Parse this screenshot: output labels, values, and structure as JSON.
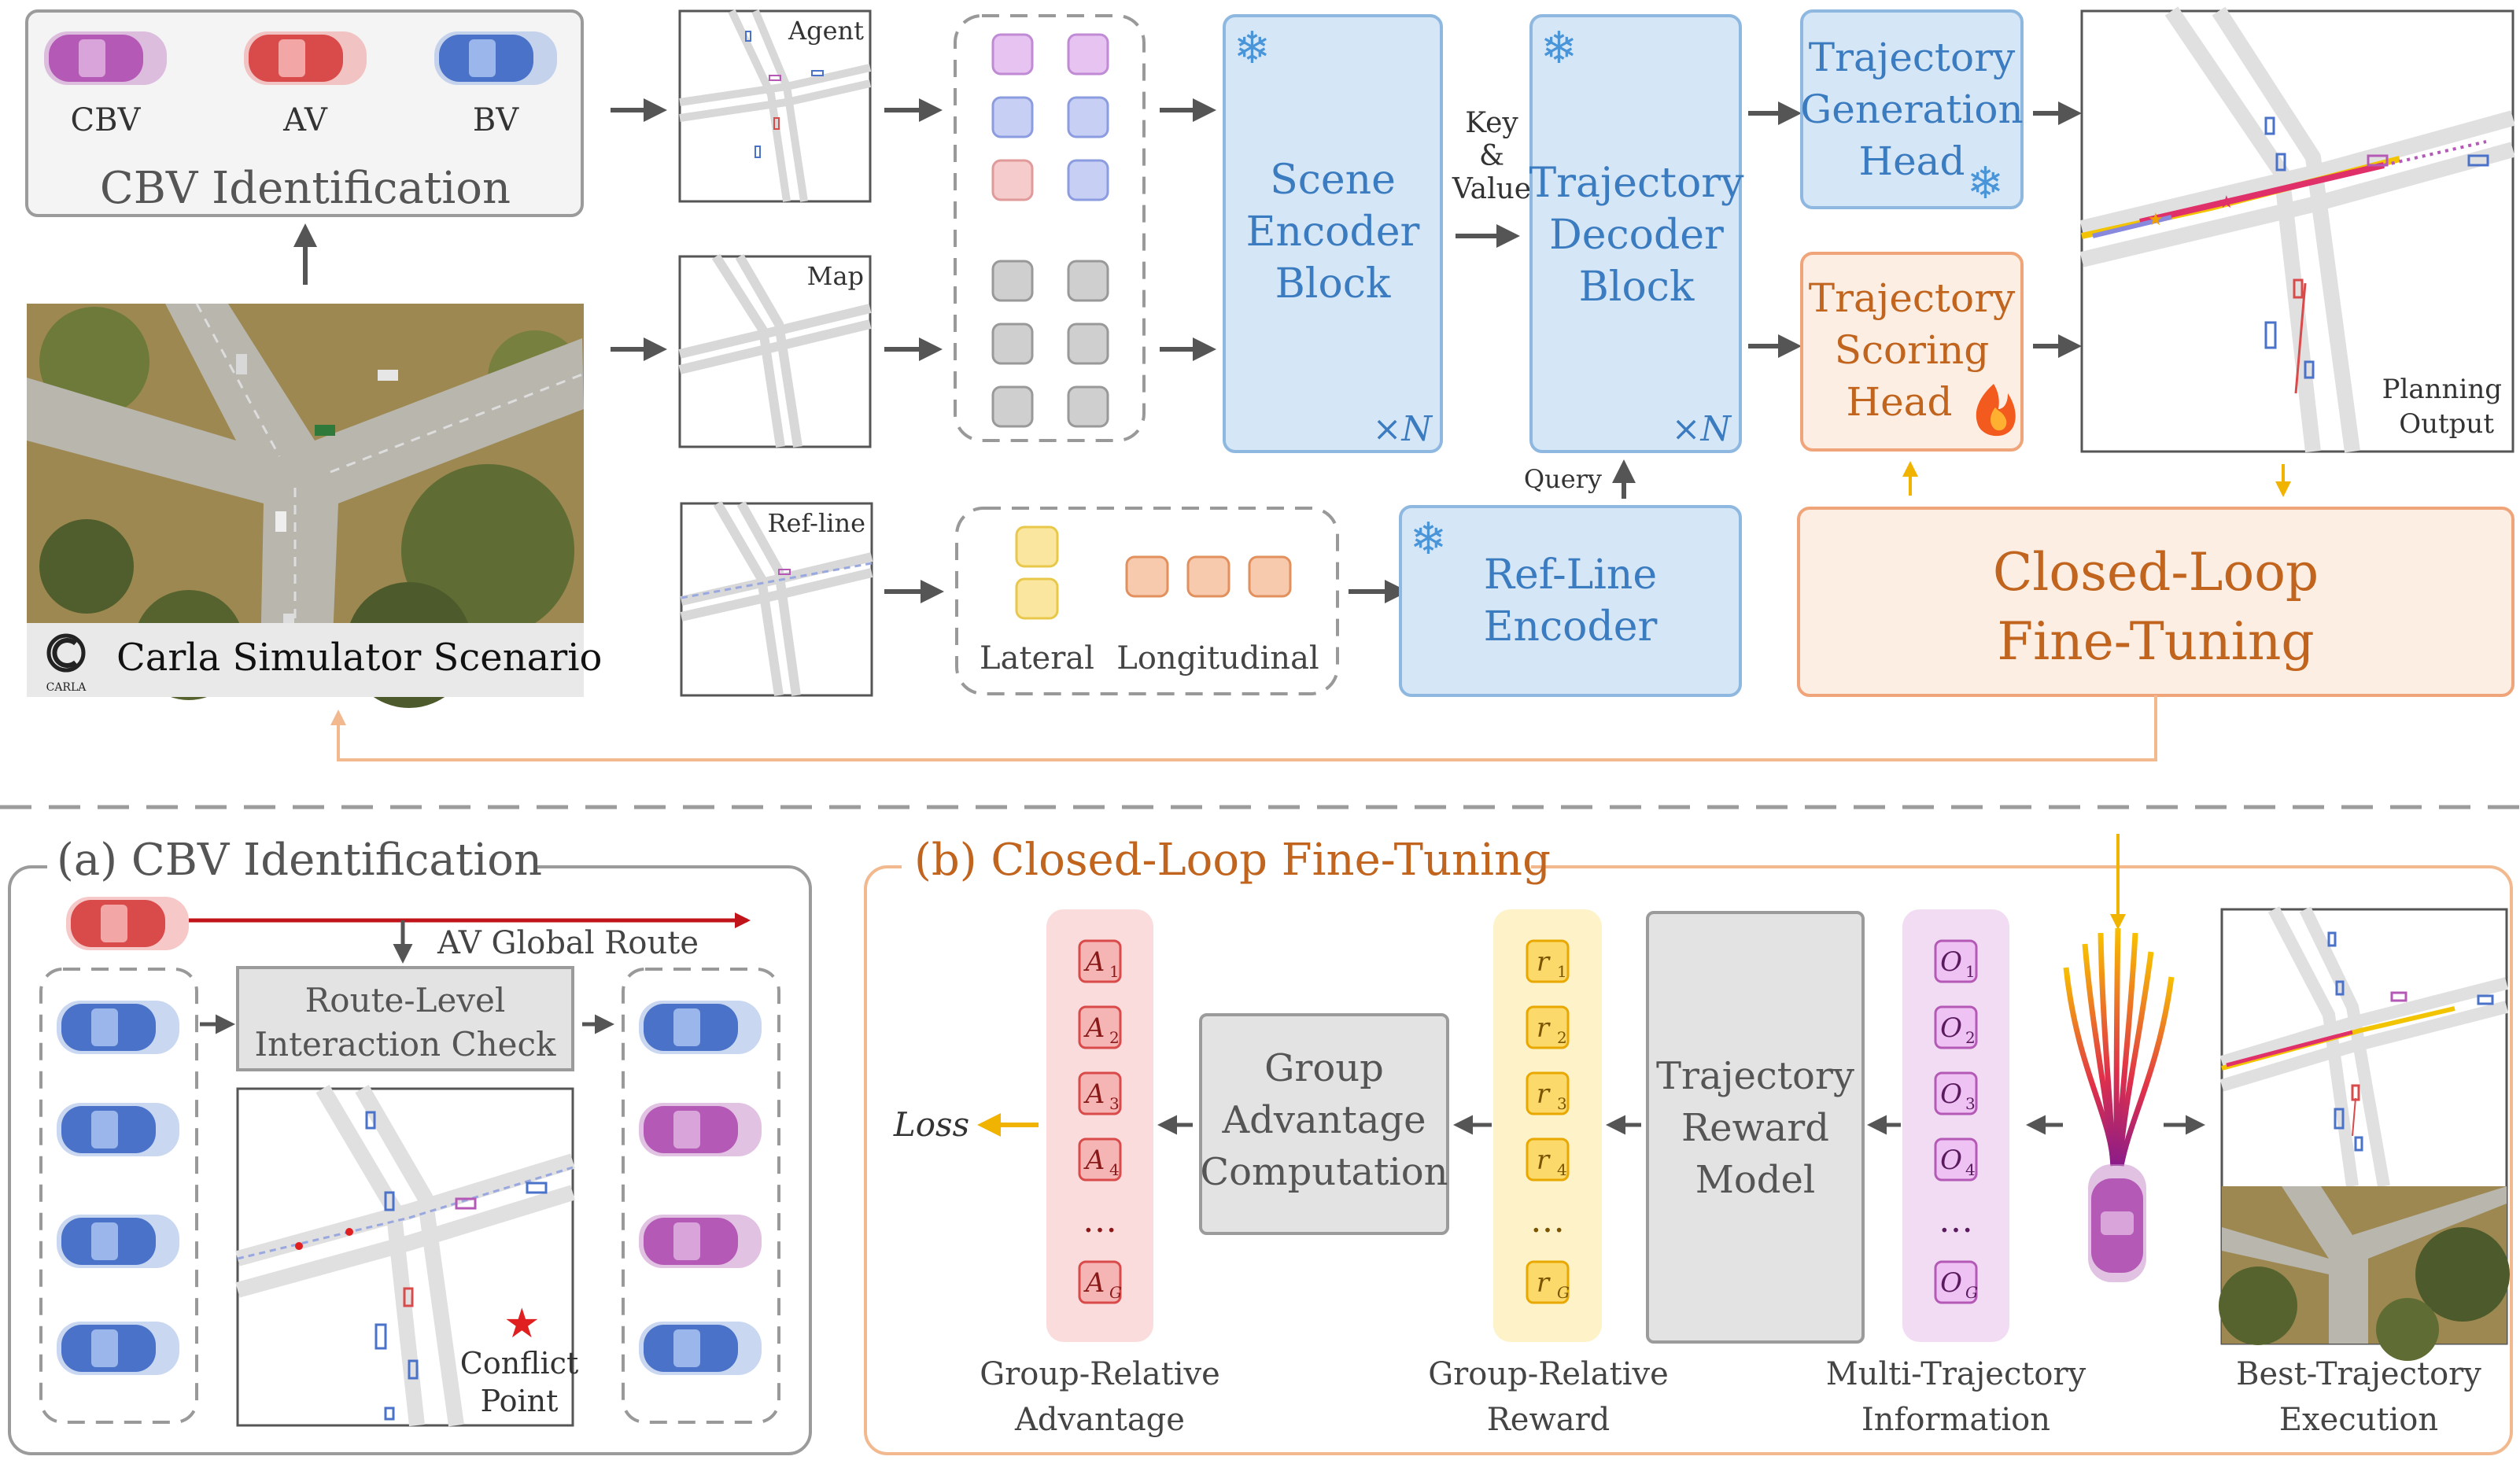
{
  "top": {
    "cbv_box": {
      "title": "CBV Identification",
      "cars": [
        {
          "label": "CBV",
          "color": "#b45ab6"
        },
        {
          "label": "AV",
          "color": "#d94a4a"
        },
        {
          "label": "BV",
          "color": "#4a72c8"
        }
      ]
    },
    "scenario_label": "Carla Simulator Scenario",
    "carla_logo_text": "CARLA",
    "inputs": {
      "agent": "Agent",
      "map": "Map",
      "refline": "Ref-line"
    },
    "refline_tokens": {
      "lateral": "Lateral",
      "longitudinal": "Longitudinal"
    },
    "scene_encoder": {
      "line1": "Scene",
      "line2": "Encoder",
      "line3": "Block",
      "repeat": "×N"
    },
    "kv_label": {
      "line1": "Key",
      "line2": "&",
      "line3": "Value"
    },
    "traj_decoder": {
      "line1": "Trajectory",
      "line2": "Decoder",
      "line3": "Block",
      "repeat": "×N"
    },
    "query_label": "Query",
    "refline_encoder": {
      "line1": "Ref-Line",
      "line2": "Encoder"
    },
    "gen_head": {
      "line1": "Trajectory",
      "line2": "Generation",
      "line3": "Head"
    },
    "score_head": {
      "line1": "Trajectory",
      "line2": "Scoring",
      "line3": "Head"
    },
    "planning_output": {
      "line1": "Planning",
      "line2": "Output"
    },
    "closed_loop": {
      "line1": "Closed-Loop",
      "line2": "Fine-Tuning"
    }
  },
  "panel_a": {
    "title": "(a) CBV Identification",
    "route_label": "AV Global Route",
    "check": {
      "line1": "Route-Level",
      "line2": "Interaction Check"
    },
    "conflict": {
      "line1": "Conflict",
      "line2": "Point"
    }
  },
  "panel_b": {
    "title": "(b) Closed-Loop Fine-Tuning",
    "loss_label": "Loss",
    "advantage_tokens": [
      "A",
      "A",
      "A",
      "A",
      "A"
    ],
    "advantage_subs": [
      "1",
      "2",
      "3",
      "4",
      "G"
    ],
    "reward_tokens": [
      "r",
      "r",
      "r",
      "r",
      "r"
    ],
    "reward_subs": [
      "1",
      "2",
      "3",
      "4",
      "G"
    ],
    "info_tokens": [
      "O",
      "O",
      "O",
      "O",
      "O"
    ],
    "info_subs": [
      "1",
      "2",
      "3",
      "4",
      "G"
    ],
    "ellipsis": "…",
    "group_adv_box": {
      "line1": "Group",
      "line2": "Advantage",
      "line3": "Computation"
    },
    "reward_model": {
      "line1": "Trajectory",
      "line2": "Reward",
      "line3": "Model"
    },
    "captions": {
      "advantage": {
        "line1": "Group-Relative",
        "line2": "Advantage"
      },
      "reward": {
        "line1": "Group-Relative",
        "line2": "Reward"
      },
      "info": {
        "line1": "Multi-Trajectory",
        "line2": "Information"
      },
      "best": {
        "line1": "Best-Trajectory",
        "line2": "Execution"
      }
    }
  },
  "colors": {
    "blue_fill": "#d5e6f6",
    "blue_stroke": "#8fb8e0",
    "blue_text": "#3b7bc0",
    "orange_fill": "#fdeee4",
    "orange_stroke": "#f0a47a",
    "orange_text": "#c0641e",
    "gray_box": "#e3e3e3",
    "arrow": "#555555",
    "gold": "#f0b400"
  }
}
